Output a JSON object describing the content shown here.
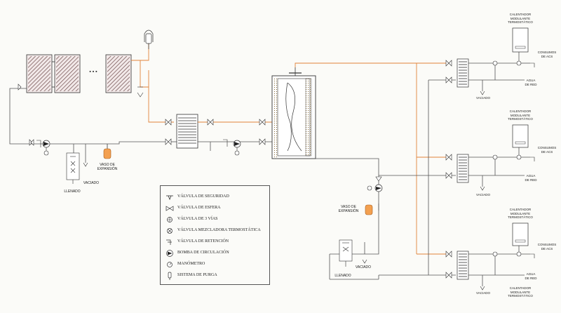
{
  "labels": {
    "vaso_expansion_1": "VASO DE\nEXPANSIÓN",
    "vaso_expansion_2": "VASO DE\nEXPANSIÓN",
    "llenado_1": "LLENADO",
    "llenado_2": "LLENADO",
    "vaciado_1": "VACIADO",
    "vaciado_2": "VACIADO",
    "vaciado_3": "VACIADO",
    "vaciado_4": "VACIADO",
    "vaciado_5": "VACIADO",
    "calentador_1": "CALENTADOR\nMODULANTE\nTERMOSTÁTICO",
    "calentador_2": "CALENTADOR\nMODULANTE\nTERMOSTÁTICO",
    "calentador_3": "CALENTADOR\nMODULANTE\nTERMOSTÁTICO",
    "calentador_4": "CALENTADOR\nMODULANTE\nTERMOSTÁTICO",
    "consumos_1": "CONSUMOS\nDE ACS",
    "consumos_2": "CONSUMOS\nDE ACS",
    "consumos_3": "CONSUMOS\nDE ACS",
    "agua_red_1": "AGUA\nDE RED",
    "agua_red_2": "AGUA\nDE RED",
    "agua_red_3": "AGUA\nDE RED",
    "dots": "▪ ▪ ▪"
  },
  "legend": [
    {
      "icon": "safety-valve-icon",
      "text": "VÁLVULA DE SEGURIDAD"
    },
    {
      "icon": "ball-valve-icon",
      "text": "VÁLVULA DE ESFERA"
    },
    {
      "icon": "three-way-valve-icon",
      "text": "VÁLVULA DE 3 VÍAS"
    },
    {
      "icon": "thermostatic-mixing-valve-icon",
      "text": "VÁLVULA MEZCLADORA TERMOSTÁTICA"
    },
    {
      "icon": "check-valve-icon",
      "text": "VÁLVULA DE RETENCIÓN"
    },
    {
      "icon": "circulation-pump-icon",
      "text": "BOMBA DE CIRCULACIÓN"
    },
    {
      "icon": "manometer-icon",
      "text": "MANÓMETRO"
    },
    {
      "icon": "purge-system-icon",
      "text": "SISTEMA DE PURGA"
    }
  ],
  "colors": {
    "hot_pipe": "#e0833a",
    "cold_pipe": "#555555",
    "line": "#333333",
    "tank_fill": "#d9c49a"
  }
}
